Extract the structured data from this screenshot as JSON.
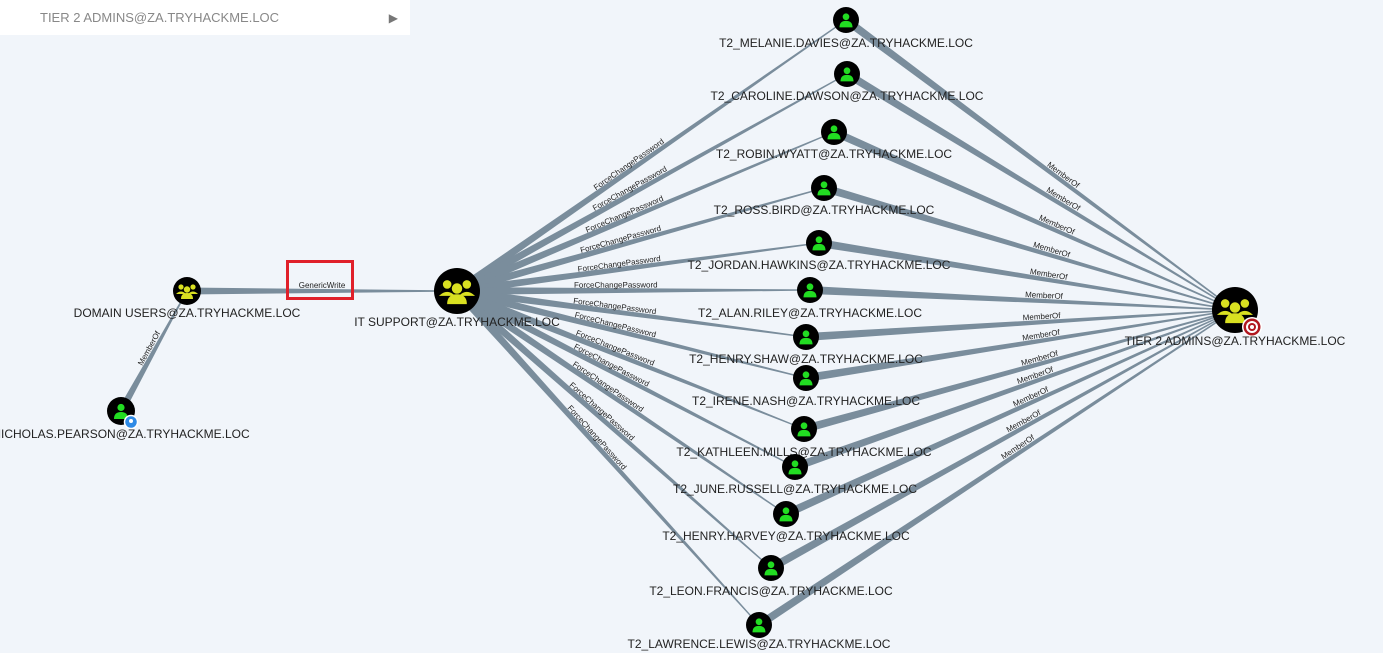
{
  "search": {
    "value": "TIER 2 ADMINS@ZA.TRYHACKME.LOC",
    "icon": "play-icon"
  },
  "colors": {
    "edge": "#7a8d9c",
    "group_icon": "#d9e021",
    "user_icon": "#22dd22",
    "node_bg": "#000000",
    "highlight": "#e0202a",
    "target": "#b01820"
  },
  "nodes": [
    {
      "id": "nicholas",
      "type": "user",
      "label": "NICHOLAS.PEARSON@ZA.TRYHACKME.LOC",
      "badge": "owned-marker-icon"
    },
    {
      "id": "domain_users",
      "type": "group",
      "label": "DOMAIN USERS@ZA.TRYHACKME.LOC"
    },
    {
      "id": "it_support",
      "type": "group",
      "label": "IT SUPPORT@ZA.TRYHACKME.LOC"
    },
    {
      "id": "tier2",
      "type": "group",
      "label": "TIER 2 ADMINS@ZA.TRYHACKME.LOC",
      "badge": "target-icon"
    },
    {
      "id": "u0",
      "type": "user",
      "label": "T2_MELANIE.DAVIES@ZA.TRYHACKME.LOC"
    },
    {
      "id": "u1",
      "type": "user",
      "label": "T2_CAROLINE.DAWSON@ZA.TRYHACKME.LOC"
    },
    {
      "id": "u2",
      "type": "user",
      "label": "T2_ROBIN.WYATT@ZA.TRYHACKME.LOC"
    },
    {
      "id": "u3",
      "type": "user",
      "label": "T2_ROSS.BIRD@ZA.TRYHACKME.LOC"
    },
    {
      "id": "u4",
      "type": "user",
      "label": "T2_JORDAN.HAWKINS@ZA.TRYHACKME.LOC"
    },
    {
      "id": "u5",
      "type": "user",
      "label": "T2_ALAN.RILEY@ZA.TRYHACKME.LOC"
    },
    {
      "id": "u6",
      "type": "user",
      "label": "T2_HENRY.SHAW@ZA.TRYHACKME.LOC"
    },
    {
      "id": "u7",
      "type": "user",
      "label": "T2_IRENE.NASH@ZA.TRYHACKME.LOC"
    },
    {
      "id": "u8",
      "type": "user",
      "label": "T2_KATHLEEN.MILLS@ZA.TRYHACKME.LOC"
    },
    {
      "id": "u9",
      "type": "user",
      "label": "T2_JUNE.RUSSELL@ZA.TRYHACKME.LOC"
    },
    {
      "id": "u10",
      "type": "user",
      "label": "T2_HENRY.HARVEY@ZA.TRYHACKME.LOC"
    },
    {
      "id": "u11",
      "type": "user",
      "label": "T2_LEON.FRANCIS@ZA.TRYHACKME.LOC"
    },
    {
      "id": "u12",
      "type": "user",
      "label": "T2_LAWRENCE.LEWIS@ZA.TRYHACKME.LOC"
    }
  ],
  "edges": [
    {
      "from": "nicholas",
      "to": "domain_users",
      "label": "MemberOf"
    },
    {
      "from": "domain_users",
      "to": "it_support",
      "label": "GenericWrite",
      "highlighted": true
    },
    {
      "from": "it_support",
      "to": "u0",
      "label": "ForceChangePassword"
    },
    {
      "from": "it_support",
      "to": "u1",
      "label": "ForceChangePassword"
    },
    {
      "from": "it_support",
      "to": "u2",
      "label": "ForceChangePassword"
    },
    {
      "from": "it_support",
      "to": "u3",
      "label": "ForceChangePassword"
    },
    {
      "from": "it_support",
      "to": "u4",
      "label": "ForceChangePassword"
    },
    {
      "from": "it_support",
      "to": "u5",
      "label": "ForceChangePassword"
    },
    {
      "from": "it_support",
      "to": "u6",
      "label": "ForceChangePassword"
    },
    {
      "from": "it_support",
      "to": "u7",
      "label": "ForceChangePassword"
    },
    {
      "from": "it_support",
      "to": "u8",
      "label": "ForceChangePassword"
    },
    {
      "from": "it_support",
      "to": "u9",
      "label": "ForceChangePassword"
    },
    {
      "from": "it_support",
      "to": "u10",
      "label": "ForceChangePassword"
    },
    {
      "from": "it_support",
      "to": "u11",
      "label": "ForceChangePassword"
    },
    {
      "from": "it_support",
      "to": "u12",
      "label": "ForceChangePassword"
    },
    {
      "from": "u0",
      "to": "tier2",
      "label": "MemberOf"
    },
    {
      "from": "u1",
      "to": "tier2",
      "label": "MemberOf"
    },
    {
      "from": "u2",
      "to": "tier2",
      "label": "MemberOf"
    },
    {
      "from": "u3",
      "to": "tier2",
      "label": "MemberOf"
    },
    {
      "from": "u4",
      "to": "tier2",
      "label": "MemberOf"
    },
    {
      "from": "u5",
      "to": "tier2",
      "label": "MemberOf"
    },
    {
      "from": "u6",
      "to": "tier2",
      "label": "MemberOf"
    },
    {
      "from": "u7",
      "to": "tier2",
      "label": "MemberOf"
    },
    {
      "from": "u8",
      "to": "tier2",
      "label": "MemberOf"
    },
    {
      "from": "u9",
      "to": "tier2",
      "label": "MemberOf"
    },
    {
      "from": "u10",
      "to": "tier2",
      "label": "MemberOf"
    },
    {
      "from": "u11",
      "to": "tier2",
      "label": "MemberOf"
    },
    {
      "from": "u12",
      "to": "tier2",
      "label": "MemberOf"
    }
  ]
}
